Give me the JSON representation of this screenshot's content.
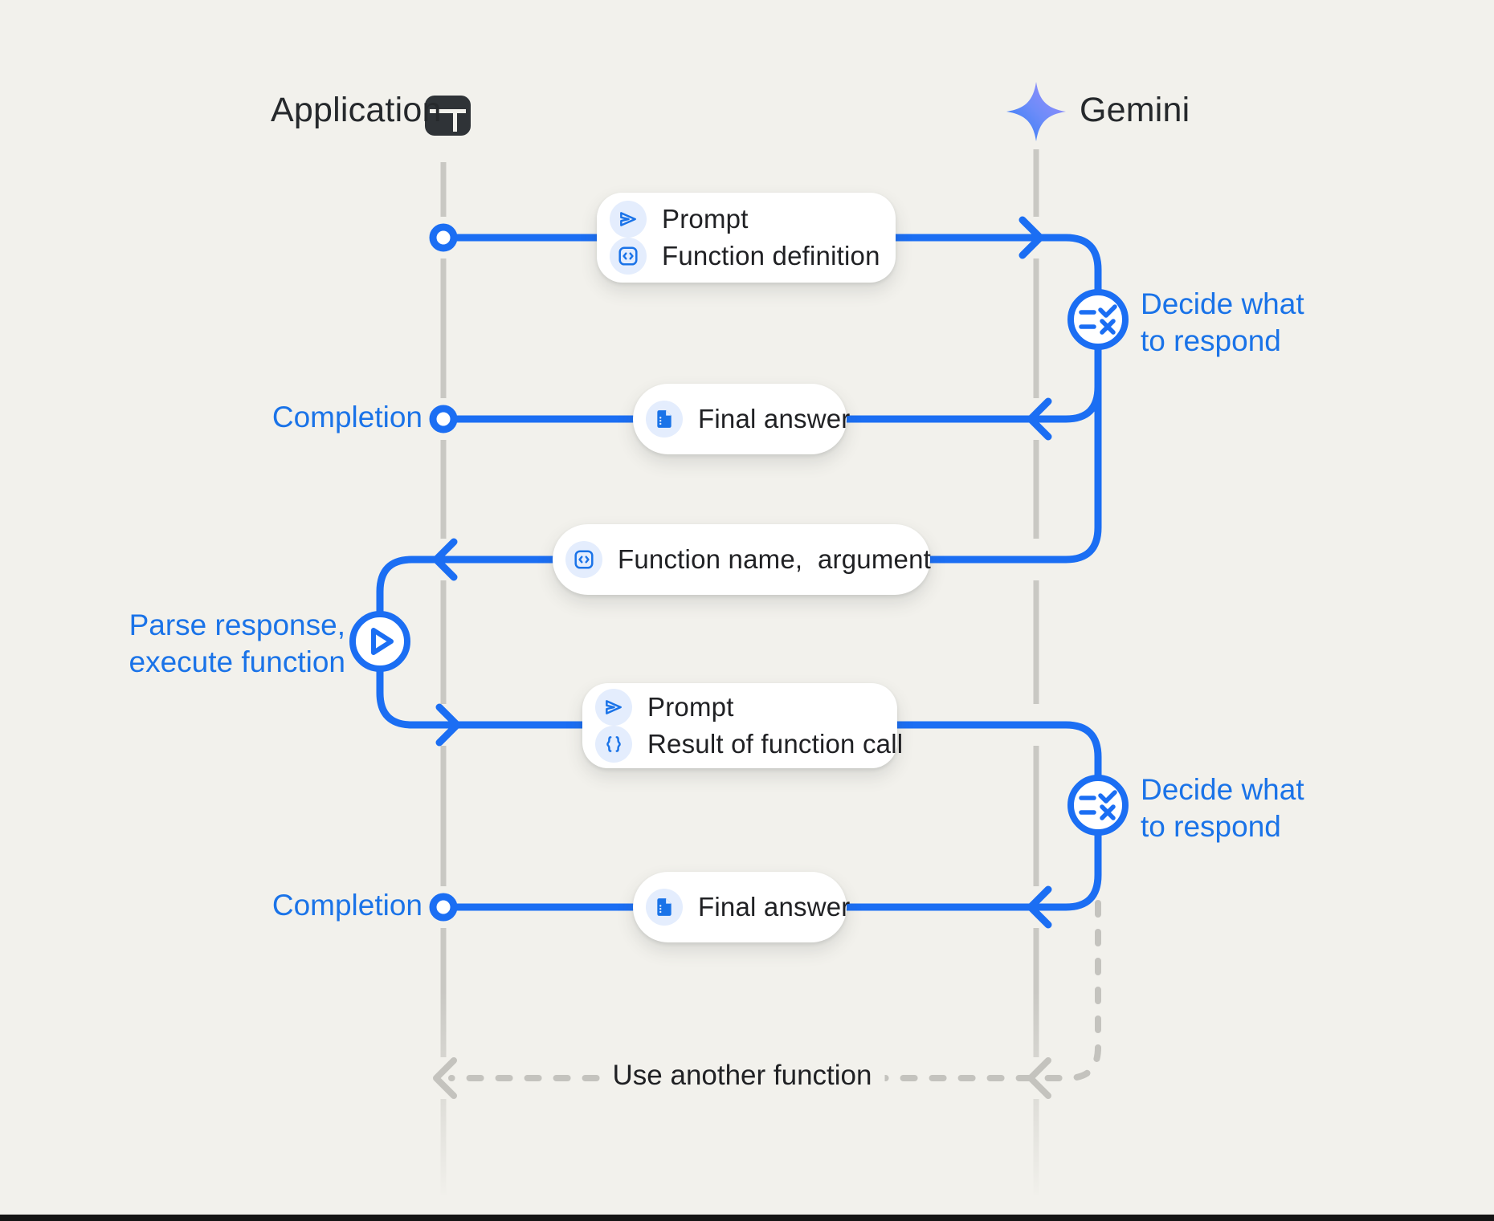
{
  "colors": {
    "background": "#F2F1EC",
    "flow_blue": "#1B6EF3",
    "label_blue": "#1A73E8",
    "lifeline_gray": "#C9C8C3",
    "dark_text": "#202124",
    "chip_bg": "#E4EDFD",
    "star_gradient": [
      "#2A7BF6",
      "#6D8CF9",
      "#A18CFB"
    ]
  },
  "actors": {
    "application": {
      "label": "Application",
      "icon": "app-window-icon"
    },
    "gemini": {
      "label": "Gemini",
      "icon": "gemini-sparkle-icon"
    }
  },
  "messages": {
    "prompt_function_definition": {
      "row1": "Prompt",
      "row2": "Function definition"
    },
    "final_answer_1": "Final answer",
    "function_name_argument": "Function name,  argument",
    "prompt_result": {
      "row1": "Prompt",
      "row2": "Result of function call"
    },
    "final_answer_2": "Final answer"
  },
  "labels": {
    "completion_1": "Completion",
    "completion_2": "Completion",
    "decide_1": {
      "line1": "Decide what",
      "line2": "to respond"
    },
    "decide_2": {
      "line1": "Decide what",
      "line2": "to respond"
    },
    "parse_execute": {
      "line1": "Parse response,",
      "line2": "execute function"
    },
    "use_another": "Use another function"
  }
}
